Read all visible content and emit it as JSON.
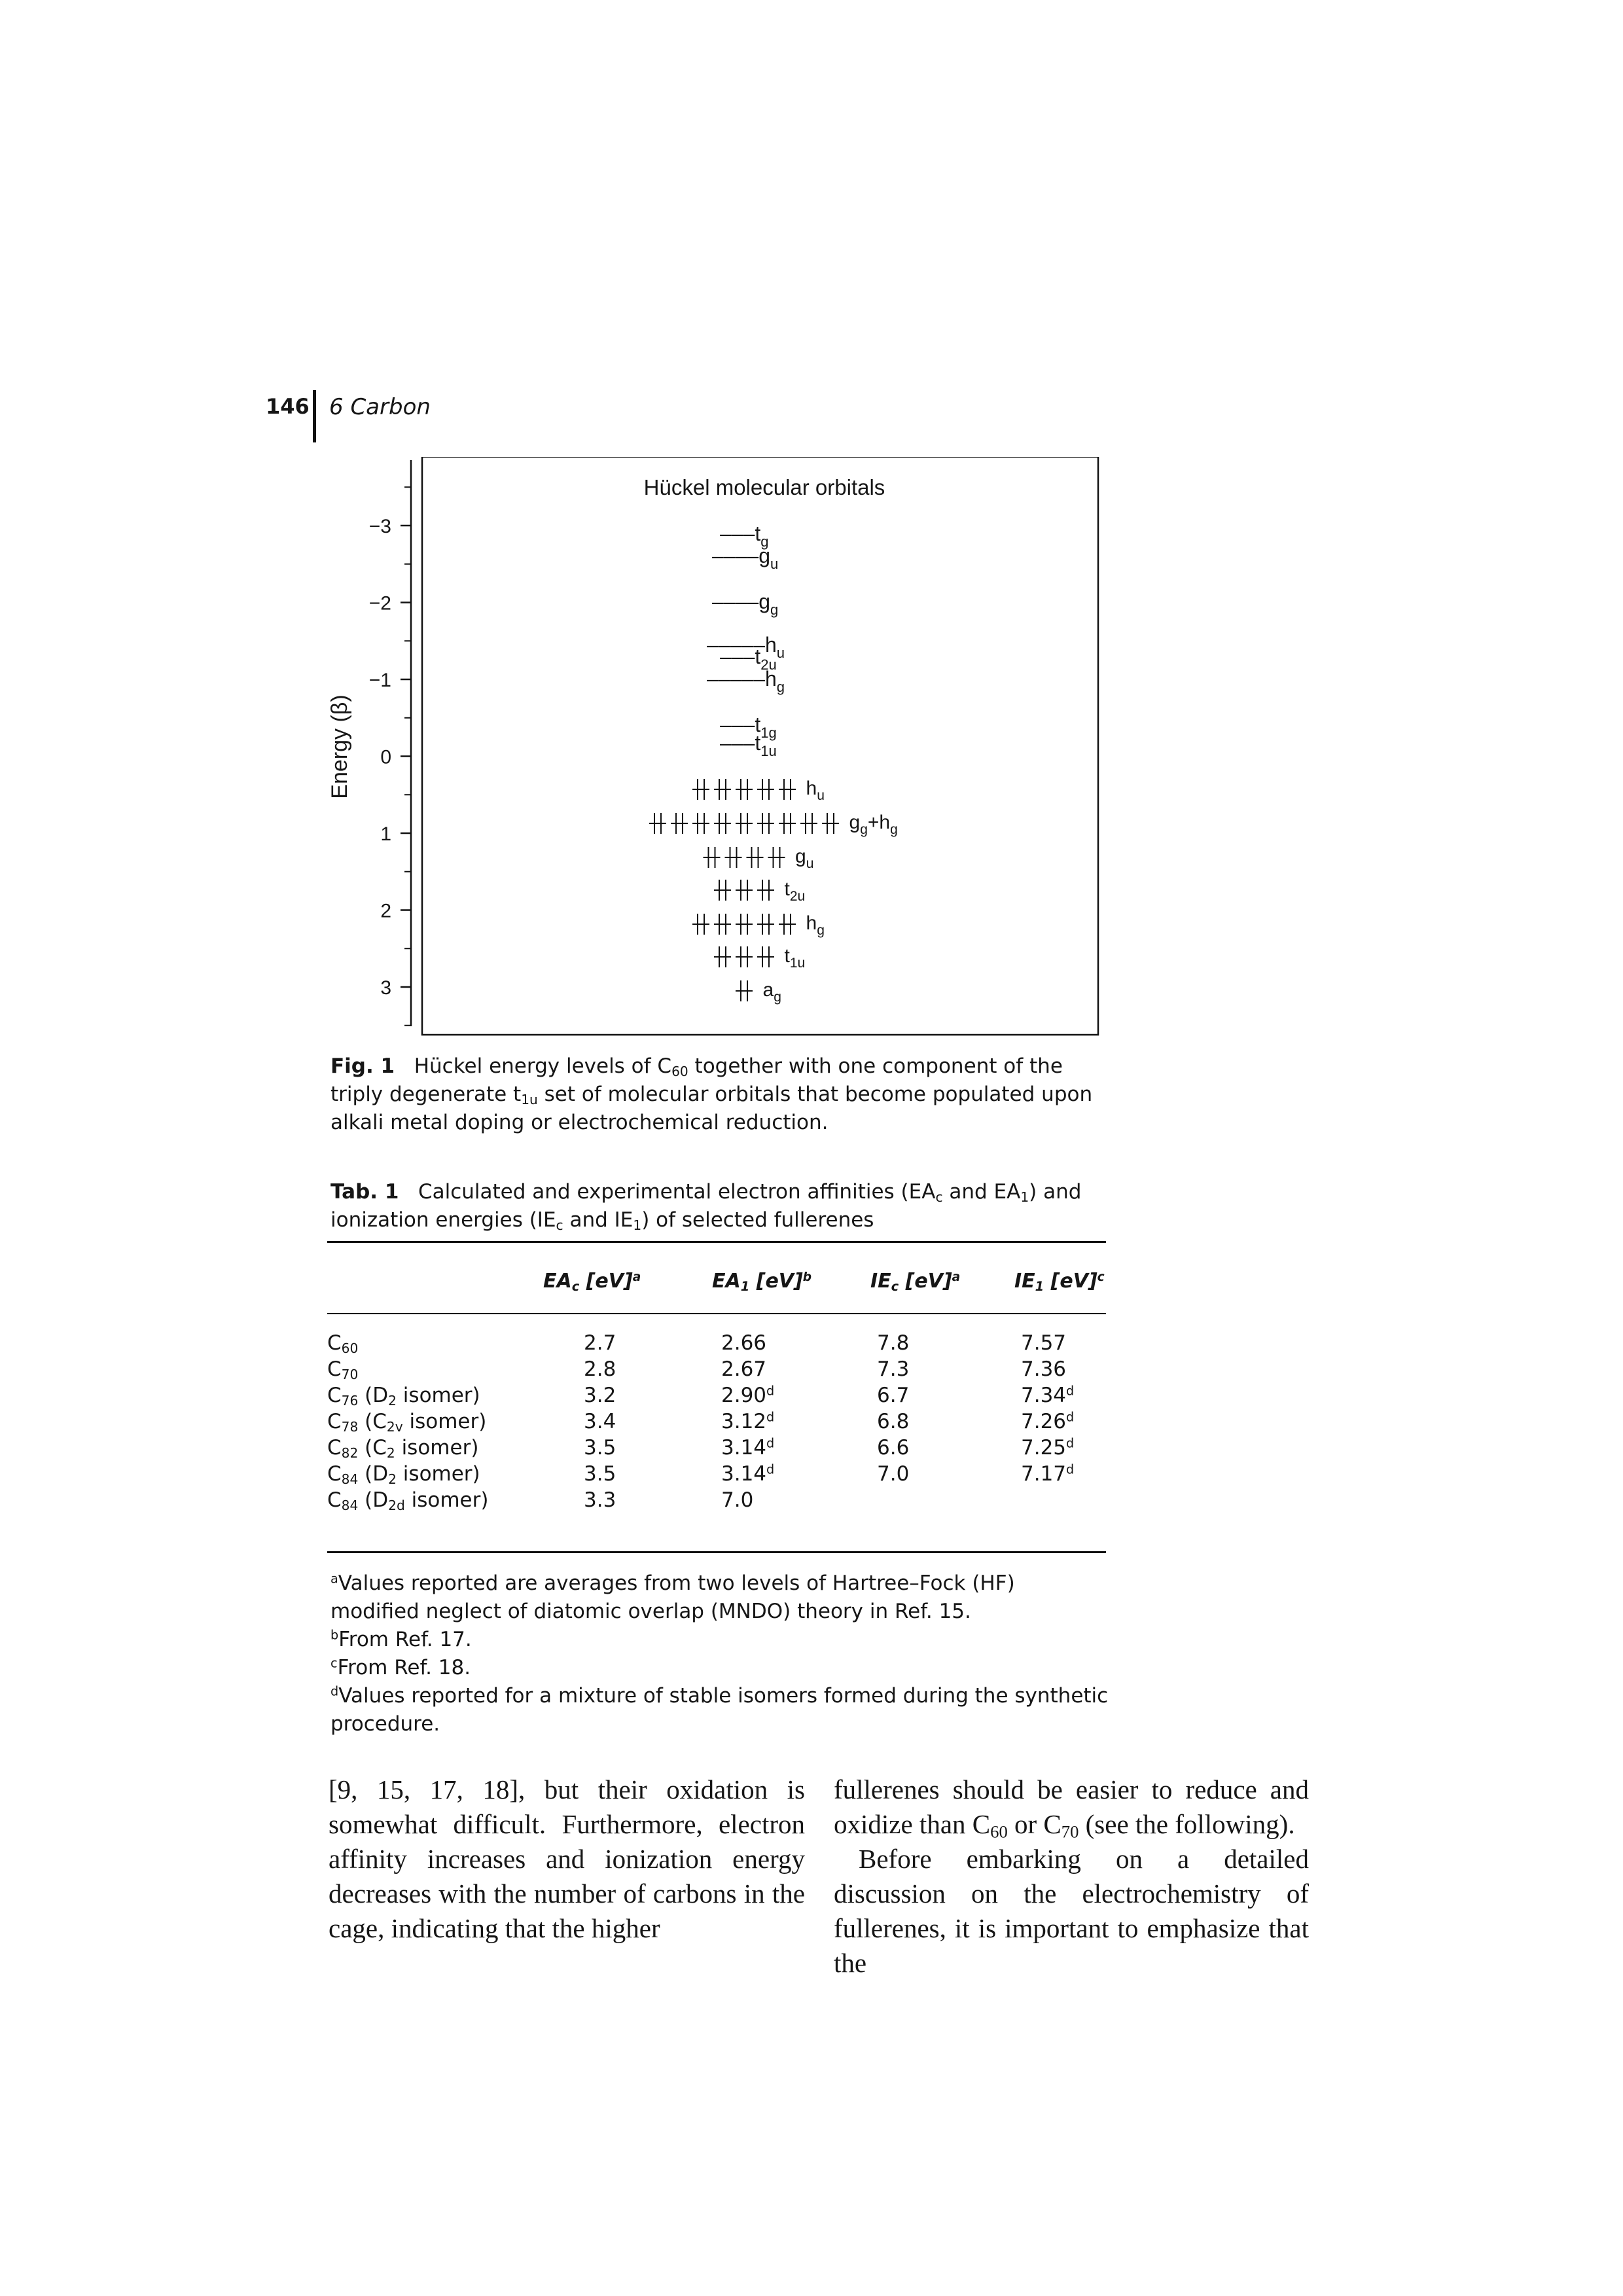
{
  "header": {
    "page_number": "146",
    "chapter": "6 Carbon"
  },
  "figure": {
    "title": "Hückel molecular orbitals",
    "ylabel": "Energy (β)",
    "yticks": [
      "−3",
      "−2",
      "−1",
      "0",
      "1",
      "2",
      "3"
    ],
    "unoccupied_levels": [
      {
        "dashes": "–––",
        "label": "t",
        "sub": "g"
      },
      {
        "dashes": "––––",
        "label": "g",
        "sub": "u"
      },
      {
        "dashes": "––––",
        "label": "g",
        "sub": "g"
      },
      {
        "dashes": "–––––",
        "label": "h",
        "sub": "u"
      },
      {
        "dashes": "–––",
        "label": "t",
        "sub": "2u"
      },
      {
        "dashes": "–––––",
        "label": "h",
        "sub": "g"
      },
      {
        "dashes": "–––",
        "label": "t",
        "sub": "1g"
      },
      {
        "dashes": "–––",
        "label": "t",
        "sub": "1u"
      }
    ],
    "occupied_levels": [
      {
        "count": 5,
        "label": "h",
        "sub": "u"
      },
      {
        "count": 9,
        "label": "g",
        "sub": "g",
        "extra": "+h",
        "extra_sub": "g"
      },
      {
        "count": 4,
        "label": "g",
        "sub": "u"
      },
      {
        "count": 3,
        "label": "t",
        "sub": "2u"
      },
      {
        "count": 5,
        "label": "h",
        "sub": "g"
      },
      {
        "count": 3,
        "label": "t",
        "sub": "1u"
      },
      {
        "count": 1,
        "label": "a",
        "sub": "g"
      }
    ],
    "caption_label": "Fig. 1",
    "caption_text": "Hückel energy levels of C60 together with one component of the triply degenerate t1u set of molecular orbitals that become populated upon alkali metal doping or electrochemical reduction."
  },
  "table": {
    "caption_label": "Tab. 1",
    "caption_text": "Calculated and experimental electron affinities (EAc and EA1) and ionization energies (IEc and IE1) of selected fullerenes",
    "columns": [
      "EAc [eV]a",
      "EA1 [eV]b",
      "IEc [eV]a",
      "IE1 [eV]c"
    ],
    "rows": [
      {
        "name": "C60",
        "isomer": "",
        "eac": "2.7",
        "ea1": "2.66",
        "ea1_sup": "",
        "iec": "7.8",
        "ie1": "7.57",
        "ie1_sup": ""
      },
      {
        "name": "C70",
        "isomer": "",
        "eac": "2.8",
        "ea1": "2.67",
        "ea1_sup": "",
        "iec": "7.3",
        "ie1": "7.36",
        "ie1_sup": ""
      },
      {
        "name": "C76",
        "isomer": "(D2 isomer)",
        "eac": "3.2",
        "ea1": "2.90",
        "ea1_sup": "d",
        "iec": "6.7",
        "ie1": "7.34",
        "ie1_sup": "d"
      },
      {
        "name": "C78",
        "isomer": "(C2v isomer)",
        "eac": "3.4",
        "ea1": "3.12",
        "ea1_sup": "d",
        "iec": "6.8",
        "ie1": "7.26",
        "ie1_sup": "d"
      },
      {
        "name": "C82",
        "isomer": "(C2 isomer)",
        "eac": "3.5",
        "ea1": "3.14",
        "ea1_sup": "d",
        "iec": "6.6",
        "ie1": "7.25",
        "ie1_sup": "d"
      },
      {
        "name": "C84",
        "isomer": "(D2 isomer)",
        "eac": "3.5",
        "ea1": "3.14",
        "ea1_sup": "d",
        "iec": "7.0",
        "ie1": "7.17",
        "ie1_sup": "d"
      },
      {
        "name": "C84",
        "isomer": "(D2d isomer)",
        "eac": "3.3",
        "ea1": "7.0",
        "ea1_sup": "",
        "iec": "",
        "ie1": "",
        "ie1_sup": ""
      }
    ],
    "footnotes": [
      {
        "mark": "a",
        "text": "Values reported are averages from two levels of Hartree–Fock (HF) modified neglect of diatomic overlap (MNDO) theory in Ref. 15."
      },
      {
        "mark": "b",
        "text": "From Ref. 17."
      },
      {
        "mark": "c",
        "text": "From Ref. 18."
      },
      {
        "mark": "d",
        "text": "Values reported for a mixture of stable isomers formed during the synthetic procedure."
      }
    ]
  },
  "body": {
    "left": "[9, 15, 17, 18], but their oxidation is somewhat difficult. Furthermore, electron affinity increases and ionization energy decreases with the number of carbons in the cage, indicating that the higher",
    "right_p1": "fullerenes should be easier to reduce and oxidize than C60 or C70 (see the following).",
    "right_p2": "Before embarking on a detailed discussion on the electrochemistry of fullerenes, it is important to emphasize that the"
  }
}
